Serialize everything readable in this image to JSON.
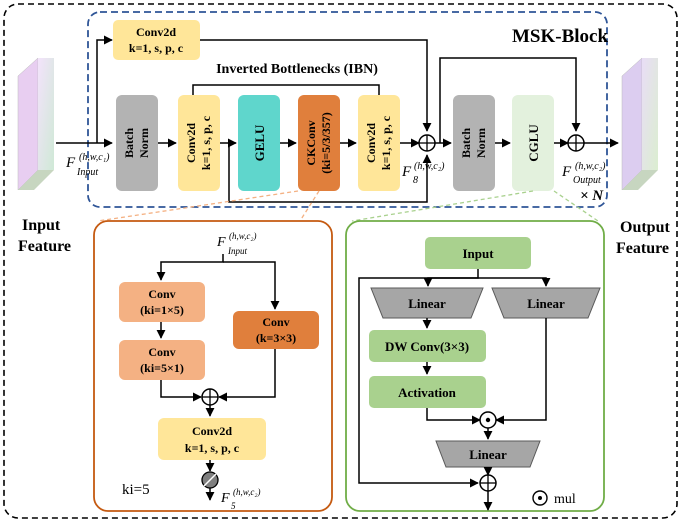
{
  "title": "MSK-Block",
  "input_feature": {
    "line1": "Input",
    "line2": "Feature"
  },
  "output_feature": {
    "line1": "Output",
    "line2": "Feature"
  },
  "f_input": {
    "main": "F",
    "sup": "(h,w,c₁)",
    "sub": "Input"
  },
  "f_8": {
    "main": "F",
    "sup": "(h,w,c₂)",
    "sub": "8"
  },
  "f_output": {
    "main": "F",
    "sup": "(h,w,c₂)",
    "sub": "Output"
  },
  "repeat": "× N",
  "skip_conv": {
    "line1": "Conv2d",
    "line2": "k=1, s, p, c"
  },
  "ibn_label": "Inverted Bottlenecks (IBN)",
  "batch_norm_1": {
    "line1": "Batch",
    "line2": "Norm"
  },
  "ibn_conv_1": {
    "line1": "Conv2d",
    "line2": "k=1, s, p, c"
  },
  "gelu": "GELU",
  "ckconv": {
    "line1": "CKConv",
    "line2": "(ki=5/3/357)"
  },
  "ibn_conv_2": {
    "line1": "Conv2d",
    "line2": "k=1, s, p, c"
  },
  "batch_norm_2": {
    "line1": "Batch",
    "line2": "Norm"
  },
  "cglu": "CGLU",
  "ckconv_detail": {
    "f_input": {
      "main": "F",
      "sup": "(h,w,c₂)",
      "sub": "Input"
    },
    "conv_a": {
      "line1": "Conv",
      "line2": "(ki=1×5)"
    },
    "conv_b": {
      "line1": "Conv",
      "line2": "(ki=5×1)"
    },
    "conv_c": {
      "line1": "Conv",
      "line2": "(k=3×3)"
    },
    "conv_out": {
      "line1": "Conv2d",
      "line2": "k=1, s, p, c"
    },
    "f_5": {
      "main": "F",
      "sup": "(h,w,c₂)",
      "sub": "5"
    },
    "ki_label": "ki=5"
  },
  "cglu_detail": {
    "input": "Input",
    "linear_1": "Linear",
    "linear_2": "Linear",
    "dw_conv": "DW Conv(3×3)",
    "activation": "Activation",
    "linear_3": "Linear",
    "mul_legend": "mul"
  },
  "colors": {
    "batch_norm": "#b3b3b3",
    "conv_yellow": "#ffe699",
    "gelu": "#5fd6cc",
    "ckconv": "#e07f3c",
    "cglu": "#e3f1dd",
    "conv_light_orange": "#f4b183",
    "green_box": "#a9d18e",
    "linear_gray": "#a6a6a6",
    "dashed_blue": "#2f5597",
    "detail_orange_border": "#c55a11",
    "detail_green_border": "#70ad47"
  }
}
